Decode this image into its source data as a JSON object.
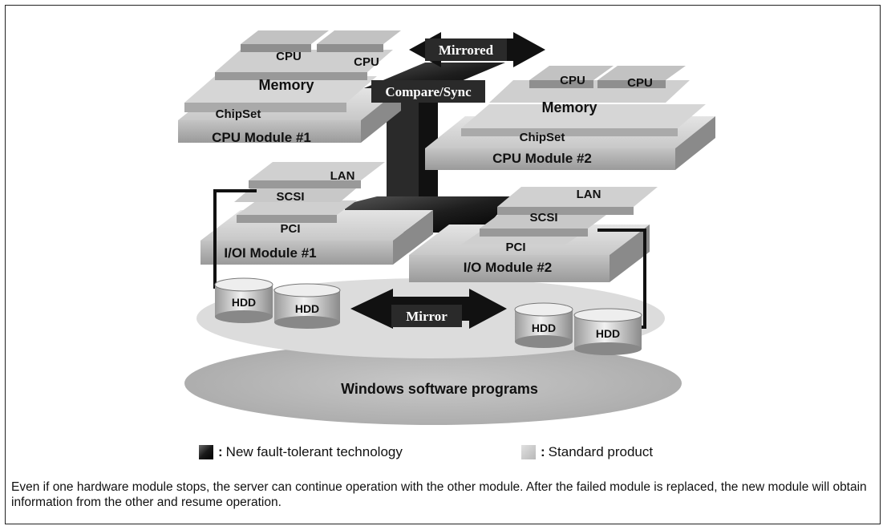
{
  "labels": {
    "mirrored": "Mirrored",
    "compare_sync": "Compare/Sync",
    "mirror": "Mirror",
    "cpu_module_1": "CPU Module #1",
    "cpu_module_2": "CPU Module #2",
    "io_module_1": "I/OI Module #1",
    "io_module_2": "I/O Module #2",
    "cpu": "CPU",
    "memory": "Memory",
    "chipset": "ChipSet",
    "lan": "LAN",
    "scsi": "SCSI",
    "pci": "PCI",
    "hdd": "HDD",
    "software": "Windows software programs"
  },
  "legend": {
    "new_tech": "New fault-tolerant technology",
    "standard": "Standard product",
    "colon": ":"
  },
  "caption": "Even if one hardware module stops, the server can continue operation with the other module. After the failed module is replaced, the new module will obtain information from the other and resume operation."
}
